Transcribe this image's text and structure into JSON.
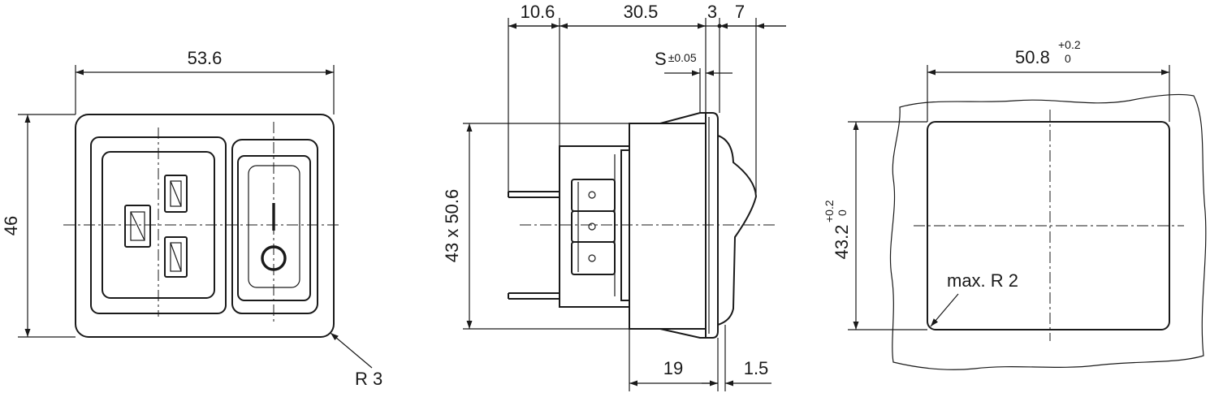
{
  "front_view": {
    "width_label": "53.6",
    "height_label": "46",
    "radius_label": "R 3"
  },
  "side_view": {
    "dim_pins": "10.6",
    "dim_body": "30.5",
    "dim_flange": "3",
    "dim_rocker": "7",
    "s_label": "S",
    "s_tolerance": "±0.05",
    "height_label": "43 x 50.6",
    "dim_depth": "19",
    "dim_bezel": "1.5"
  },
  "cutout_view": {
    "width_value": "50.8",
    "width_tol_upper": "+0.2",
    "width_tol_lower": "0",
    "height_value": "43.2",
    "height_tol_upper": "+0.2",
    "height_tol_lower": "0",
    "radius_label": "max. R 2"
  }
}
